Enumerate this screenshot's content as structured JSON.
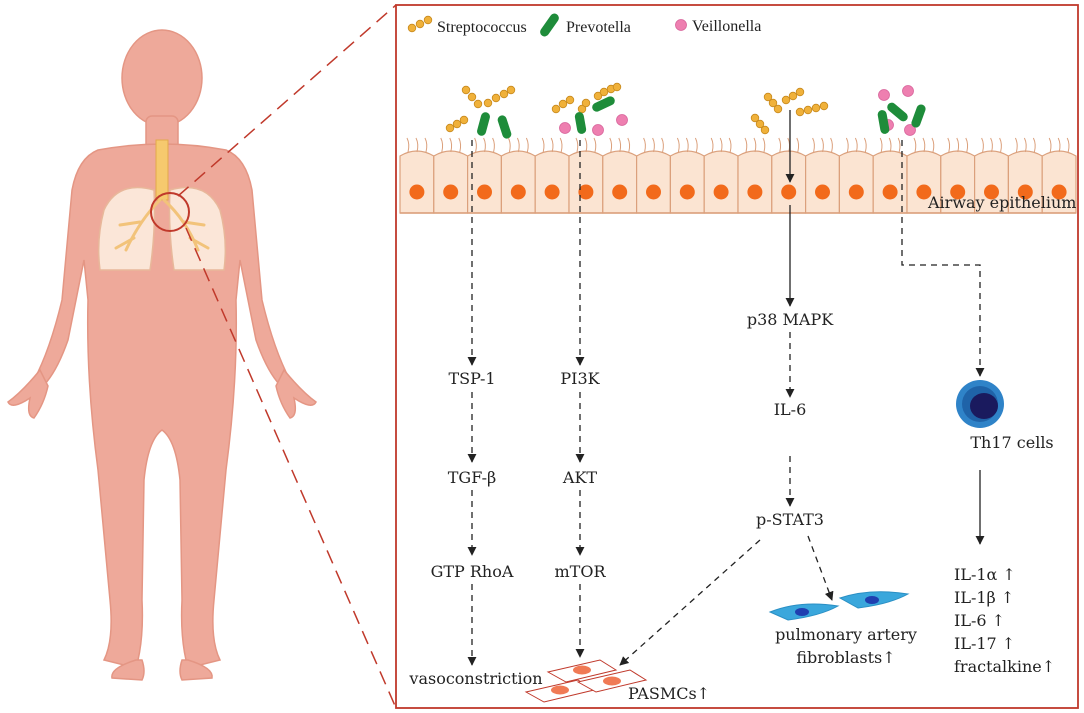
{
  "legend": {
    "streptococcus": "Streptococcus",
    "prevotella": "Prevotella",
    "veillonella": "Veillonella"
  },
  "epithelium_label": "Airway epithelium",
  "pathway_1": {
    "step1": "TSP-1",
    "step2": "TGF-β",
    "step3": "GTP RhoA",
    "outcome": "vasoconstriction"
  },
  "pathway_2": {
    "step1": "PI3K",
    "step2": "AKT",
    "step3": "mTOR",
    "outcome": "PASMCs↑"
  },
  "pathway_3": {
    "step1": "p38 MAPK",
    "step2": "IL-6",
    "step3": "p-STAT3",
    "outcome_line1": "pulmonary artery",
    "outcome_line2": "fibroblasts↑"
  },
  "pathway_4": {
    "cell": "Th17 cells",
    "cytokines": [
      "IL-1α ↑",
      "IL-1β ↑",
      "IL-6 ↑",
      "IL-17 ↑",
      "fractalkine↑"
    ]
  },
  "colors": {
    "panel_border": "#c0392b",
    "skin": "#eea99a",
    "skin_outline": "#e49684",
    "streptococcus": "#f0b13a",
    "prevotella": "#1e8c3a",
    "veillonella": "#ee7fb0",
    "cell_fill": "#fbe4d2",
    "cell_outline": "#dba07c",
    "nucleus": "#f26a1b",
    "th17_outer": "#2f83c8",
    "th17_inner": "#1a1a5e",
    "fibroblast": "#3aa7dc",
    "fibroblast_nucleus": "#1f3fb0",
    "pasmc": "#f07a55"
  }
}
